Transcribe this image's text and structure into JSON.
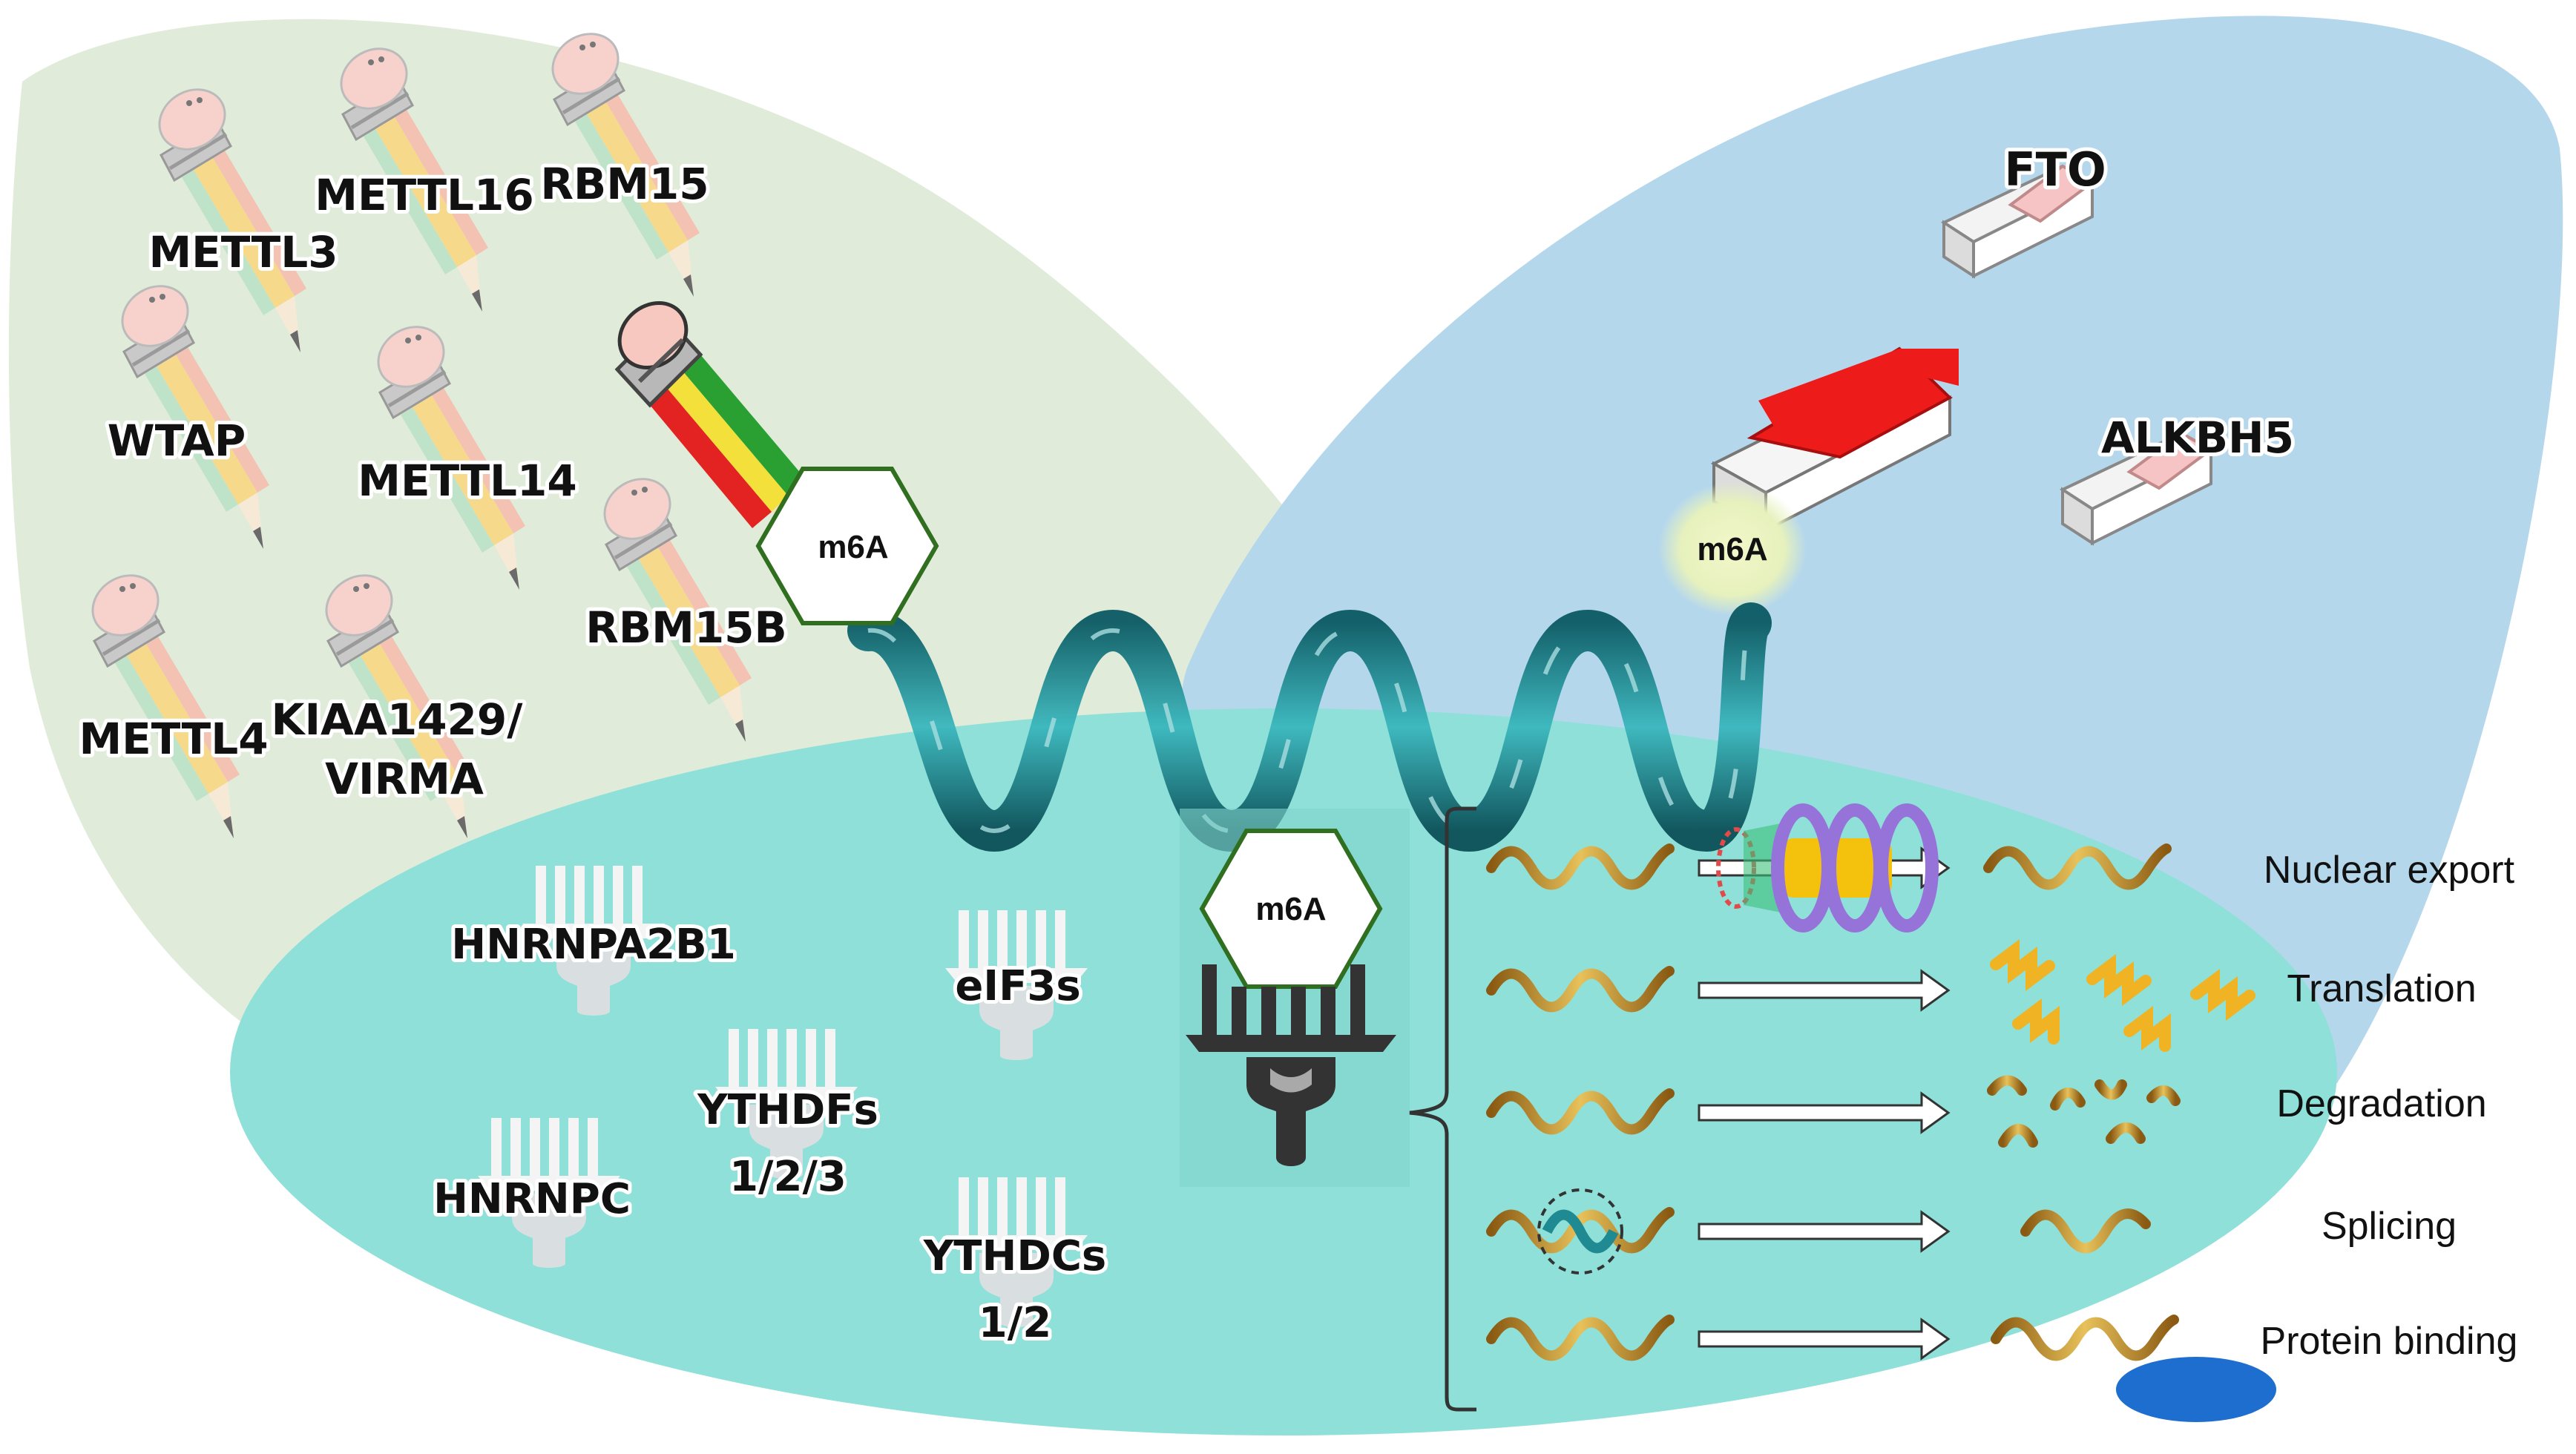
{
  "writers": [
    "METTL3",
    "METTL16",
    "RBM15",
    "WTAP",
    "METTL14",
    "RBM15B",
    "METTL4",
    "KIAA1429/",
    "VIRMA"
  ],
  "erasers": [
    "FTO",
    "ALKBH5"
  ],
  "readers": [
    "HNRNPA2B1",
    "eIF3s",
    "HNRNPC",
    "YTHDFs",
    "1/2/3",
    "YTHDCs",
    "1/2"
  ],
  "m6a_label": "m6A",
  "outcomes": [
    "Nuclear export",
    "Translation",
    "Degradation",
    "Splicing",
    "Protein binding"
  ],
  "colors": {
    "writer_region": "#e0ecd9",
    "eraser_region": "#b5d7ec",
    "reader_region": "#8ee0d8",
    "rna_ribbon": "#1f8a92",
    "hexagon_stroke": "#2f6f1f",
    "eraser_red": "#ee1b1b",
    "eraser_pink": "#f6c4c4",
    "transcript_gold": "#c8961e",
    "protein_blue": "#1e6ecf",
    "pore_purple": "#9673d8"
  }
}
